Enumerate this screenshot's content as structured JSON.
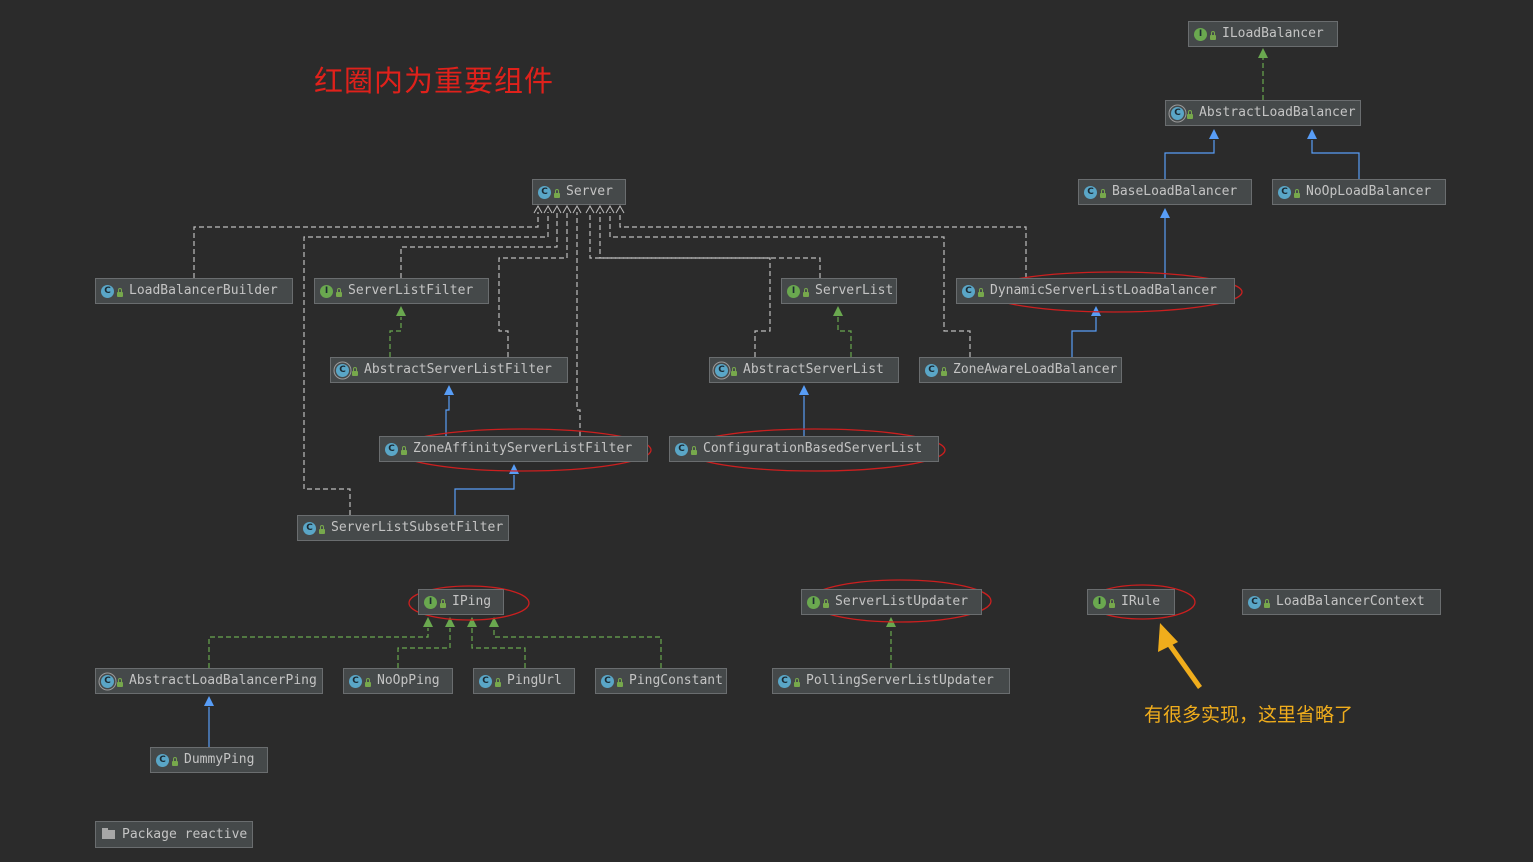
{
  "title": "红圈内为重要组件",
  "note": "有很多实现，这里省略了",
  "package_label": "Package reactive",
  "colors": {
    "background": "#2b2b2b",
    "realization_edge": "#6aa84f",
    "inheritance_edge": "#589df6",
    "dependency_edge": "#bdbdbd",
    "highlight": "#cc1f1f",
    "note": "#f0ad1c"
  },
  "nodes": {
    "iloadbalancer": {
      "label": "ILoadBalancer",
      "kind": "interface"
    },
    "abstractloadbalancer": {
      "label": "AbstractLoadBalancer",
      "kind": "abstract"
    },
    "baseloadbalancer": {
      "label": "BaseLoadBalancer",
      "kind": "class"
    },
    "noopLoadbalancer": {
      "label": "NoOpLoadBalancer",
      "kind": "class"
    },
    "server": {
      "label": "Server",
      "kind": "class"
    },
    "loadbalancerbuilder": {
      "label": "LoadBalancerBuilder",
      "kind": "class"
    },
    "serverlistfilter": {
      "label": "ServerListFilter",
      "kind": "interface"
    },
    "serverlist": {
      "label": "ServerList",
      "kind": "interface"
    },
    "dynamicserverlistloadbalancer": {
      "label": "DynamicServerListLoadBalancer",
      "kind": "class"
    },
    "abstractserverlistfilter": {
      "label": "AbstractServerListFilter",
      "kind": "abstract"
    },
    "abstractserverlist": {
      "label": "AbstractServerList",
      "kind": "abstract"
    },
    "zoneawareloadbalancer": {
      "label": "ZoneAwareLoadBalancer",
      "kind": "class"
    },
    "zoneaffinityserverlistfilter": {
      "label": "ZoneAffinityServerListFilter",
      "kind": "class"
    },
    "configurationbasedserverlist": {
      "label": "ConfigurationBasedServerList",
      "kind": "class"
    },
    "serverlistsubsetfilter": {
      "label": "ServerListSubsetFilter",
      "kind": "class"
    },
    "iping": {
      "label": "IPing",
      "kind": "interface"
    },
    "serverlistupdater": {
      "label": "ServerListUpdater",
      "kind": "interface"
    },
    "irule": {
      "label": "IRule",
      "kind": "interface"
    },
    "loadbalancercontext": {
      "label": "LoadBalancerContext",
      "kind": "class"
    },
    "abstractloadbalancerping": {
      "label": "AbstractLoadBalancerPing",
      "kind": "abstract"
    },
    "nooping": {
      "label": "NoOpPing",
      "kind": "class"
    },
    "pingurl": {
      "label": "PingUrl",
      "kind": "class"
    },
    "pingconstant": {
      "label": "PingConstant",
      "kind": "class"
    },
    "pollingserverlistupdater": {
      "label": "PollingServerListUpdater",
      "kind": "class"
    },
    "dummyping": {
      "label": "DummyPing",
      "kind": "class"
    }
  },
  "highlighted": [
    "dynamicserverlistloadbalancer",
    "zoneaffinityserverlistfilter",
    "configurationbasedserverlist",
    "iping",
    "serverlistupdater",
    "irule"
  ],
  "edges": [
    {
      "from": "abstractloadbalancer",
      "to": "iloadbalancer",
      "type": "realization"
    },
    {
      "from": "baseloadbalancer",
      "to": "abstractloadbalancer",
      "type": "inheritance"
    },
    {
      "from": "noopLoadbalancer",
      "to": "abstractloadbalancer",
      "type": "inheritance"
    },
    {
      "from": "dynamicserverlistloadbalancer",
      "to": "baseloadbalancer",
      "type": "inheritance"
    },
    {
      "from": "zoneawareloadbalancer",
      "to": "dynamicserverlistloadbalancer",
      "type": "inheritance"
    },
    {
      "from": "abstractserverlistfilter",
      "to": "serverlistfilter",
      "type": "realization"
    },
    {
      "from": "zoneaffinityserverlistfilter",
      "to": "abstractserverlistfilter",
      "type": "inheritance"
    },
    {
      "from": "serverlistsubsetfilter",
      "to": "zoneaffinityserverlistfilter",
      "type": "inheritance"
    },
    {
      "from": "abstractserverlist",
      "to": "serverlist",
      "type": "realization"
    },
    {
      "from": "configurationbasedserverlist",
      "to": "abstractserverlist",
      "type": "inheritance"
    },
    {
      "from": "abstractloadbalancerping",
      "to": "iping",
      "type": "realization"
    },
    {
      "from": "nooping",
      "to": "iping",
      "type": "realization"
    },
    {
      "from": "pingurl",
      "to": "iping",
      "type": "realization"
    },
    {
      "from": "pingconstant",
      "to": "iping",
      "type": "realization"
    },
    {
      "from": "dummyping",
      "to": "abstractloadbalancerping",
      "type": "inheritance"
    },
    {
      "from": "pollingserverlistupdater",
      "to": "serverlistupdater",
      "type": "realization"
    },
    {
      "from": "loadbalancerbuilder",
      "to": "server",
      "type": "dependency"
    },
    {
      "from": "serverlistsubsetfilter",
      "to": "server",
      "type": "dependency"
    },
    {
      "from": "serverlistfilter",
      "to": "server",
      "type": "dependency"
    },
    {
      "from": "abstractserverlistfilter",
      "to": "server",
      "type": "dependency"
    },
    {
      "from": "zoneaffinityserverlistfilter",
      "to": "server",
      "type": "dependency"
    },
    {
      "from": "serverlist",
      "to": "server",
      "type": "dependency"
    },
    {
      "from": "abstractserverlist",
      "to": "server",
      "type": "dependency"
    },
    {
      "from": "zoneawareloadbalancer",
      "to": "server",
      "type": "dependency"
    },
    {
      "from": "dynamicserverlistloadbalancer",
      "to": "server",
      "type": "dependency"
    }
  ]
}
